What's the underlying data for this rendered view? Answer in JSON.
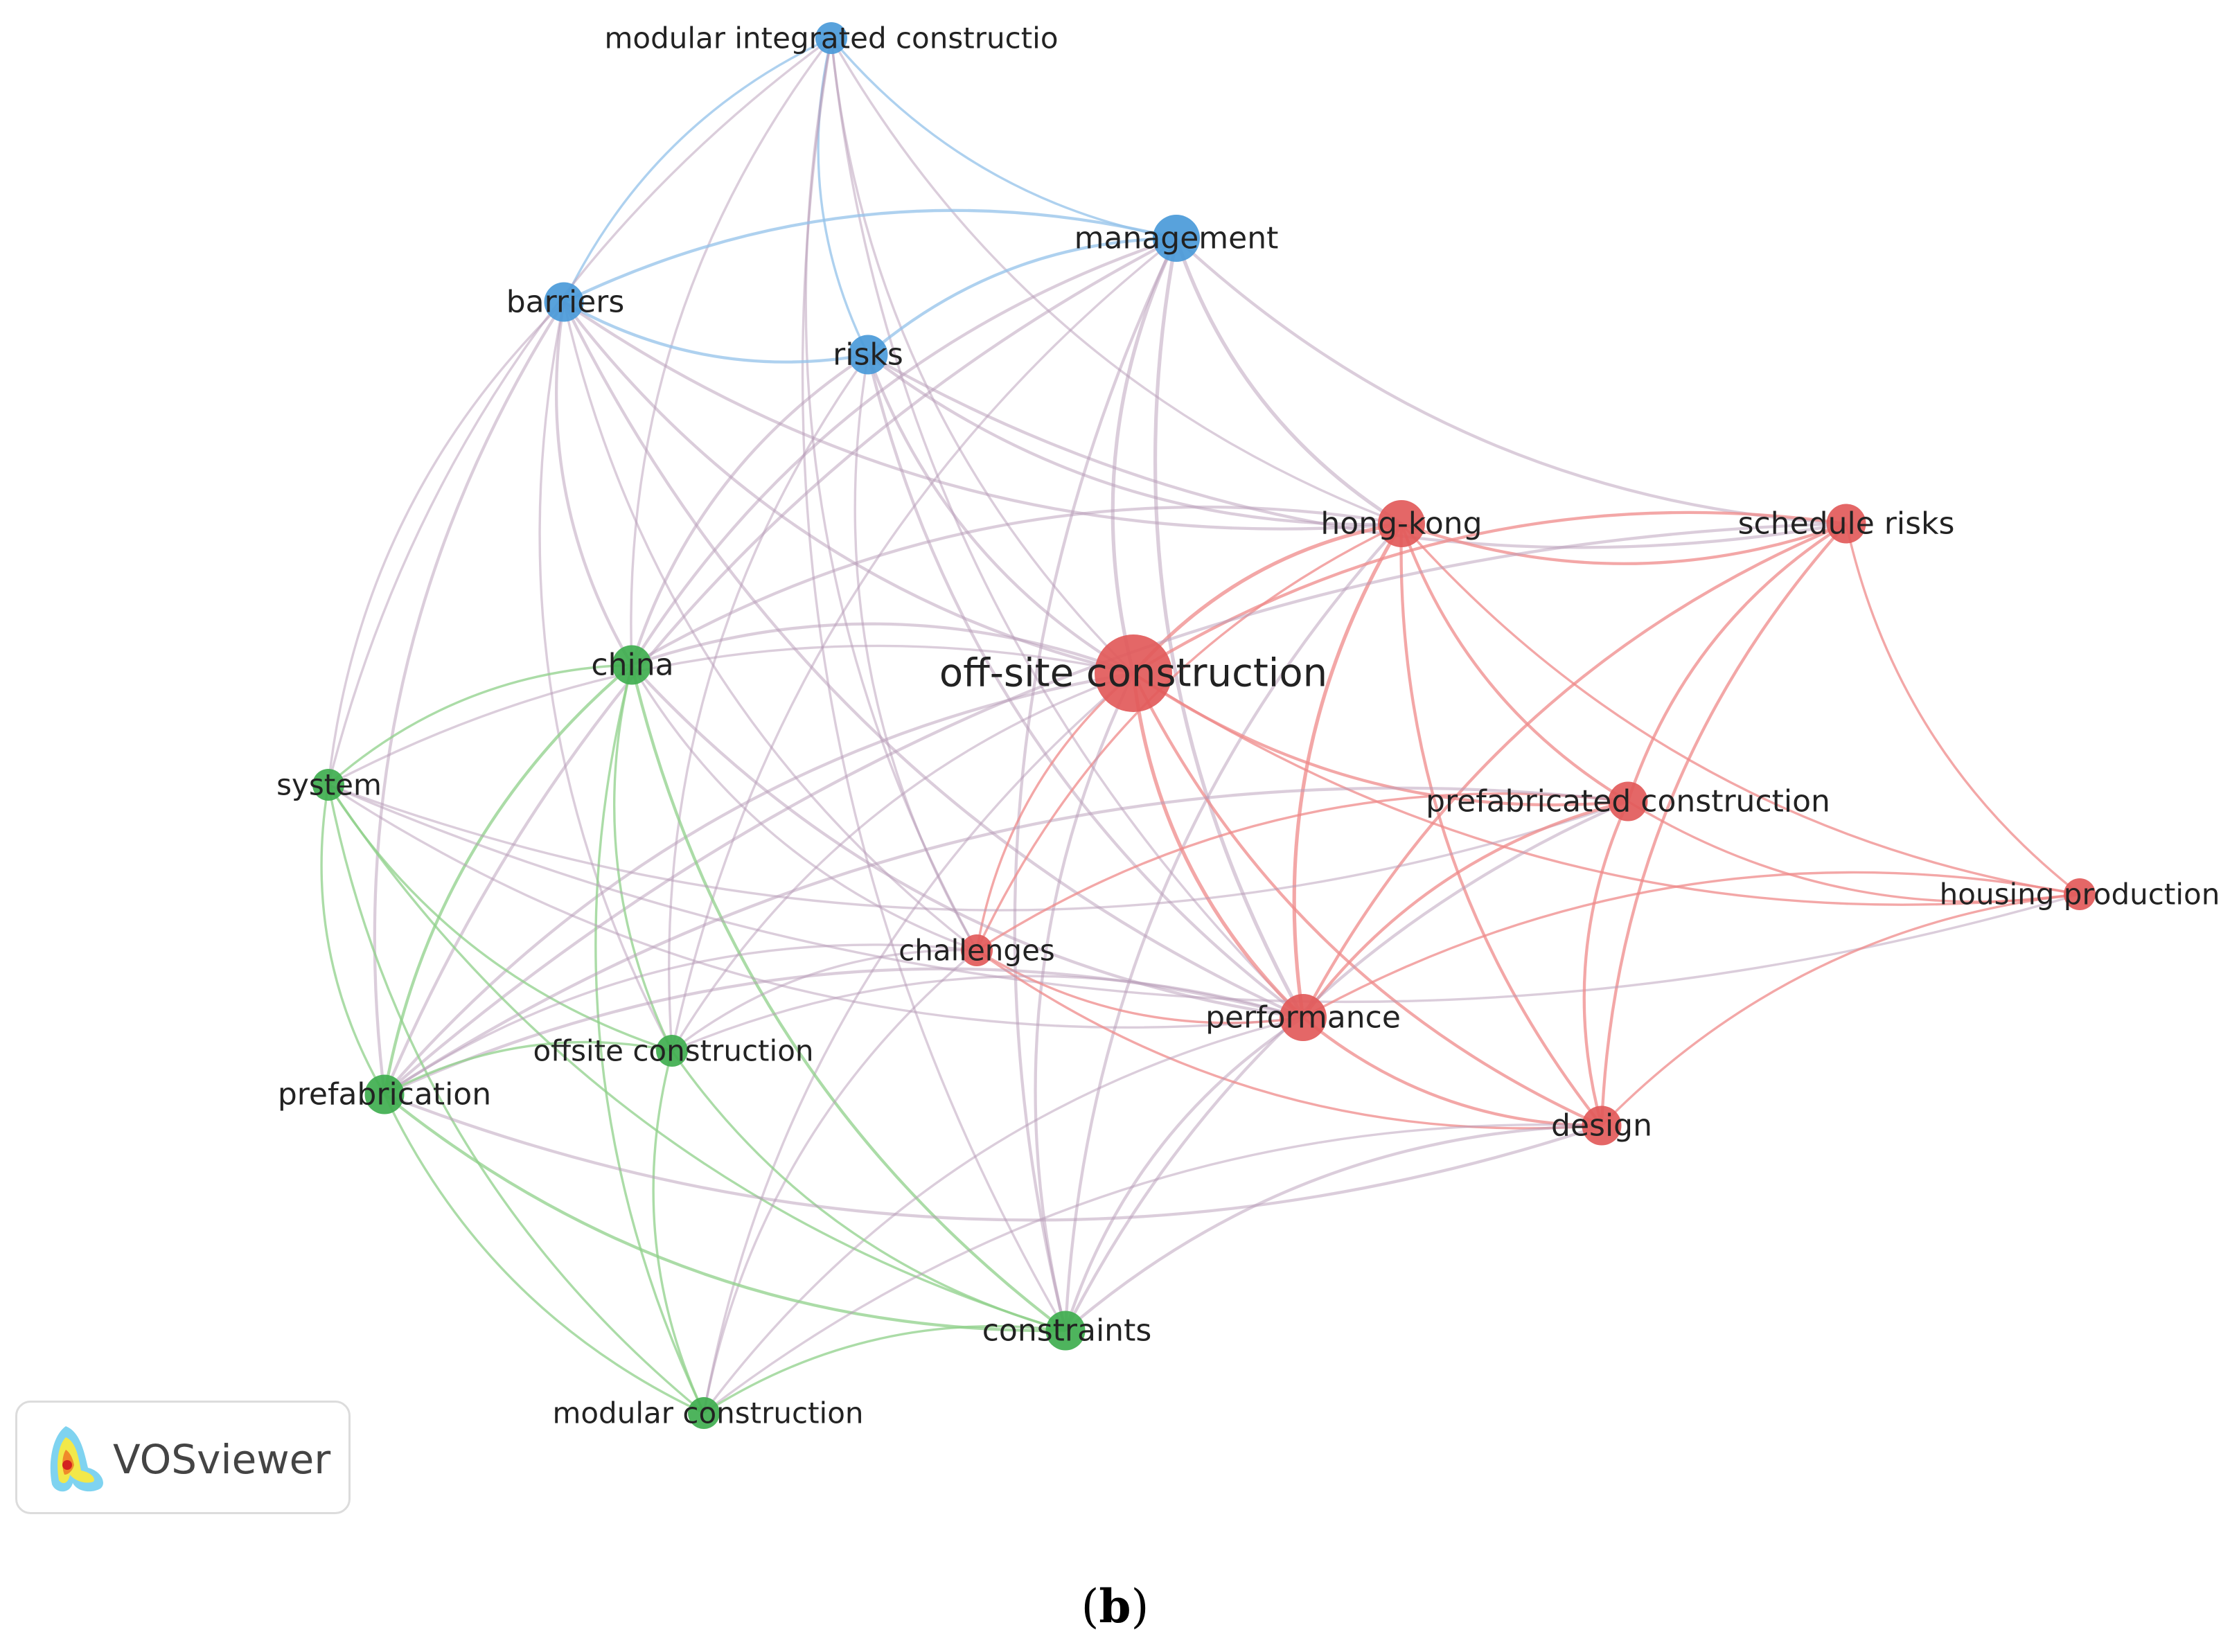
{
  "colors": {
    "cluster_red": "#e25a5a",
    "cluster_green": "#3fae4f",
    "cluster_blue": "#4a9ad9",
    "edge_red": "#ef8a8a",
    "edge_green": "#8fd08a",
    "edge_blue": "#93c2ea",
    "edge_mixed": "#b89bb8"
  },
  "nodes": [
    {
      "id": "modular-integrated-construction",
      "label": "modular integrated constructio",
      "cluster": "blue",
      "weight": 2
    },
    {
      "id": "management",
      "label": "management",
      "cluster": "blue",
      "weight": 4
    },
    {
      "id": "barriers",
      "label": "barriers",
      "cluster": "blue",
      "weight": 3
    },
    {
      "id": "risks",
      "label": "risks",
      "cluster": "blue",
      "weight": 3
    },
    {
      "id": "hong-kong",
      "label": "hong-kong",
      "cluster": "red",
      "weight": 4
    },
    {
      "id": "schedule-risks",
      "label": "schedule risks",
      "cluster": "red",
      "weight": 3
    },
    {
      "id": "off-site-construction",
      "label": "off-site construction",
      "cluster": "red",
      "weight": 8
    },
    {
      "id": "china",
      "label": "china",
      "cluster": "green",
      "weight": 3
    },
    {
      "id": "system",
      "label": "system",
      "cluster": "green",
      "weight": 2
    },
    {
      "id": "prefabricated-construction",
      "label": "prefabricated construction",
      "cluster": "red",
      "weight": 3
    },
    {
      "id": "housing-production",
      "label": "housing production",
      "cluster": "red",
      "weight": 2
    },
    {
      "id": "challenges",
      "label": "challenges",
      "cluster": "red",
      "weight": 2
    },
    {
      "id": "performance",
      "label": "performance",
      "cluster": "red",
      "weight": 4
    },
    {
      "id": "offsite-construction",
      "label": "offsite construction",
      "cluster": "green",
      "weight": 2
    },
    {
      "id": "prefabrication",
      "label": "prefabrication",
      "cluster": "green",
      "weight": 3
    },
    {
      "id": "design",
      "label": "design",
      "cluster": "red",
      "weight": 3
    },
    {
      "id": "constraints",
      "label": "constraints",
      "cluster": "green",
      "weight": 3
    },
    {
      "id": "modular-construction",
      "label": "modular construction",
      "cluster": "green",
      "weight": 2
    }
  ],
  "links": [
    [
      "modular-integrated-construction",
      "management"
    ],
    [
      "modular-integrated-construction",
      "barriers"
    ],
    [
      "modular-integrated-construction",
      "risks"
    ],
    [
      "modular-integrated-construction",
      "off-site-construction"
    ],
    [
      "modular-integrated-construction",
      "hong-kong"
    ],
    [
      "modular-integrated-construction",
      "china"
    ],
    [
      "modular-integrated-construction",
      "system"
    ],
    [
      "modular-integrated-construction",
      "performance"
    ],
    [
      "modular-integrated-construction",
      "constraints"
    ],
    [
      "modular-integrated-construction",
      "challenges"
    ],
    [
      "management",
      "barriers"
    ],
    [
      "management",
      "risks"
    ],
    [
      "management",
      "off-site-construction"
    ],
    [
      "management",
      "hong-kong"
    ],
    [
      "management",
      "schedule-risks"
    ],
    [
      "management",
      "china"
    ],
    [
      "management",
      "performance"
    ],
    [
      "management",
      "constraints"
    ],
    [
      "management",
      "offsite-construction"
    ],
    [
      "management",
      "prefabrication"
    ],
    [
      "barriers",
      "risks"
    ],
    [
      "barriers",
      "off-site-construction"
    ],
    [
      "barriers",
      "hong-kong"
    ],
    [
      "barriers",
      "system"
    ],
    [
      "barriers",
      "prefabrication"
    ],
    [
      "barriers",
      "challenges"
    ],
    [
      "barriers",
      "performance"
    ],
    [
      "barriers",
      "china"
    ],
    [
      "barriers",
      "offsite-construction"
    ],
    [
      "risks",
      "off-site-construction"
    ],
    [
      "risks",
      "hong-kong"
    ],
    [
      "risks",
      "schedule-risks"
    ],
    [
      "risks",
      "china"
    ],
    [
      "risks",
      "challenges"
    ],
    [
      "risks",
      "performance"
    ],
    [
      "risks",
      "offsite-construction"
    ],
    [
      "hong-kong",
      "schedule-risks"
    ],
    [
      "hong-kong",
      "off-site-construction"
    ],
    [
      "hong-kong",
      "prefabricated-construction"
    ],
    [
      "hong-kong",
      "housing-production"
    ],
    [
      "hong-kong",
      "performance"
    ],
    [
      "hong-kong",
      "design"
    ],
    [
      "hong-kong",
      "challenges"
    ],
    [
      "hong-kong",
      "constraints"
    ],
    [
      "hong-kong",
      "china"
    ],
    [
      "schedule-risks",
      "off-site-construction"
    ],
    [
      "schedule-risks",
      "prefabricated-construction"
    ],
    [
      "schedule-risks",
      "housing-production"
    ],
    [
      "schedule-risks",
      "performance"
    ],
    [
      "schedule-risks",
      "design"
    ],
    [
      "schedule-risks",
      "prefabrication"
    ],
    [
      "off-site-construction",
      "china"
    ],
    [
      "off-site-construction",
      "system"
    ],
    [
      "off-site-construction",
      "prefabricated-construction"
    ],
    [
      "off-site-construction",
      "housing-production"
    ],
    [
      "off-site-construction",
      "challenges"
    ],
    [
      "off-site-construction",
      "performance"
    ],
    [
      "off-site-construction",
      "offsite-construction"
    ],
    [
      "off-site-construction",
      "prefabrication"
    ],
    [
      "off-site-construction",
      "design"
    ],
    [
      "off-site-construction",
      "constraints"
    ],
    [
      "off-site-construction",
      "modular-construction"
    ],
    [
      "china",
      "system"
    ],
    [
      "china",
      "offsite-construction"
    ],
    [
      "china",
      "prefabrication"
    ],
    [
      "china",
      "constraints"
    ],
    [
      "china",
      "modular-construction"
    ],
    [
      "china",
      "performance"
    ],
    [
      "china",
      "challenges"
    ],
    [
      "system",
      "prefabrication"
    ],
    [
      "system",
      "offsite-construction"
    ],
    [
      "system",
      "constraints"
    ],
    [
      "system",
      "modular-construction"
    ],
    [
      "system",
      "performance"
    ],
    [
      "system",
      "prefabricated-construction"
    ],
    [
      "system",
      "housing-production"
    ],
    [
      "prefabricated-construction",
      "housing-production"
    ],
    [
      "prefabricated-construction",
      "performance"
    ],
    [
      "prefabricated-construction",
      "design"
    ],
    [
      "prefabricated-construction",
      "challenges"
    ],
    [
      "prefabricated-construction",
      "prefabrication"
    ],
    [
      "prefabricated-construction",
      "constraints"
    ],
    [
      "housing-production",
      "design"
    ],
    [
      "housing-production",
      "performance"
    ],
    [
      "challenges",
      "performance"
    ],
    [
      "challenges",
      "design"
    ],
    [
      "challenges",
      "offsite-construction"
    ],
    [
      "challenges",
      "prefabrication"
    ],
    [
      "challenges",
      "modular-construction"
    ],
    [
      "performance",
      "design"
    ],
    [
      "performance",
      "offsite-construction"
    ],
    [
      "performance",
      "prefabrication"
    ],
    [
      "performance",
      "constraints"
    ],
    [
      "performance",
      "modular-construction"
    ],
    [
      "offsite-construction",
      "prefabrication"
    ],
    [
      "offsite-construction",
      "constraints"
    ],
    [
      "offsite-construction",
      "modular-construction"
    ],
    [
      "prefabrication",
      "constraints"
    ],
    [
      "prefabrication",
      "modular-construction"
    ],
    [
      "prefabrication",
      "design"
    ],
    [
      "design",
      "constraints"
    ],
    [
      "design",
      "modular-construction"
    ],
    [
      "constraints",
      "modular-construction"
    ]
  ],
  "badge": {
    "text": "VOSviewer"
  },
  "caption": {
    "open": "(",
    "letter": "b",
    "close": ")"
  }
}
